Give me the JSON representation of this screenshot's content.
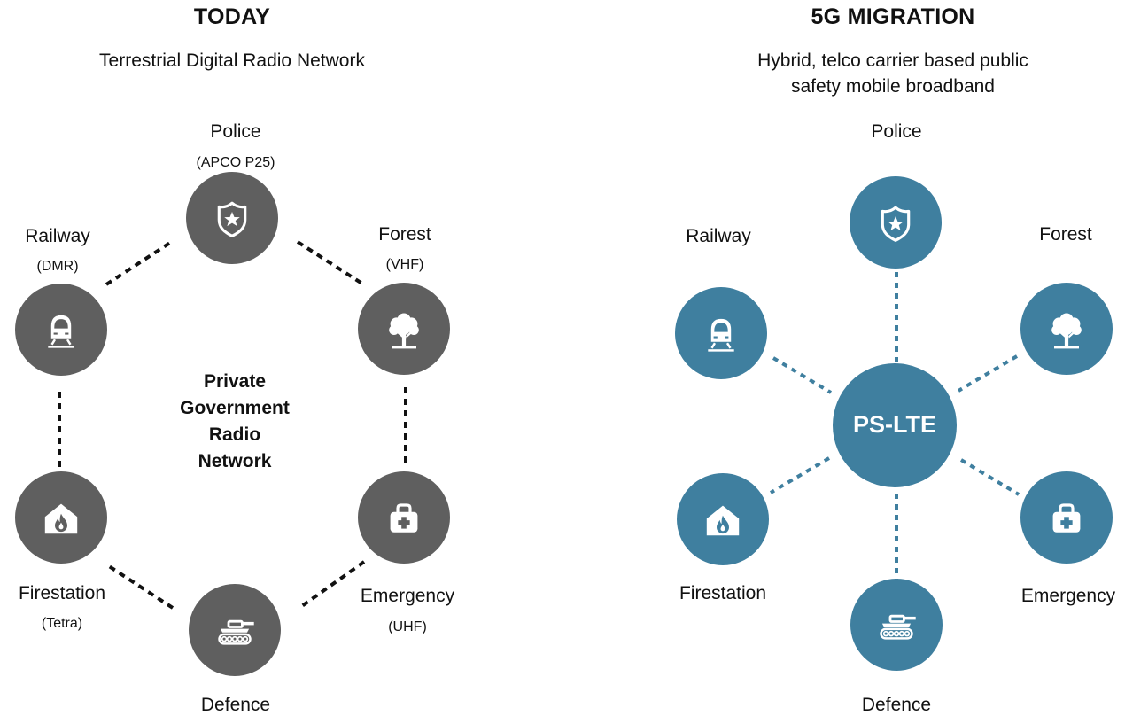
{
  "colors": {
    "today_node": "#5f5f5f",
    "migration_node": "#3f7f9f",
    "today_link": "#111111",
    "migration_link": "#3f7f9f"
  },
  "today": {
    "heading": "TODAY",
    "subtitle": "Terrestrial Digital Radio Network",
    "center_label": [
      "Private",
      "Government",
      "Radio",
      "Network"
    ],
    "nodes": {
      "police": {
        "label": "Police",
        "tech": "(APCO P25)",
        "icon": "police-shield-icon"
      },
      "forest": {
        "label": "Forest",
        "tech": "(VHF)",
        "icon": "tree-icon"
      },
      "emergency": {
        "label": "Emergency",
        "tech": "(UHF)",
        "icon": "medical-kit-icon"
      },
      "defence": {
        "label": "Defence",
        "tech": "",
        "icon": "tank-icon"
      },
      "firestation": {
        "label": "Firestation",
        "tech": "(Tetra)",
        "icon": "fire-station-icon"
      },
      "railway": {
        "label": "Railway",
        "tech": "(DMR)",
        "icon": "train-icon"
      }
    }
  },
  "migration": {
    "heading": "5G MIGRATION",
    "subtitle_lines": [
      "Hybrid, telco carrier based public",
      "safety mobile broadband"
    ],
    "hub": "PS-LTE",
    "nodes": {
      "police": {
        "label": "Police",
        "icon": "police-shield-icon"
      },
      "forest": {
        "label": "Forest",
        "icon": "tree-icon"
      },
      "emergency": {
        "label": "Emergency",
        "icon": "medical-kit-icon"
      },
      "defence": {
        "label": "Defence",
        "icon": "tank-icon"
      },
      "firestation": {
        "label": "Firestation",
        "icon": "fire-station-icon"
      },
      "railway": {
        "label": "Railway",
        "icon": "train-icon"
      }
    }
  }
}
